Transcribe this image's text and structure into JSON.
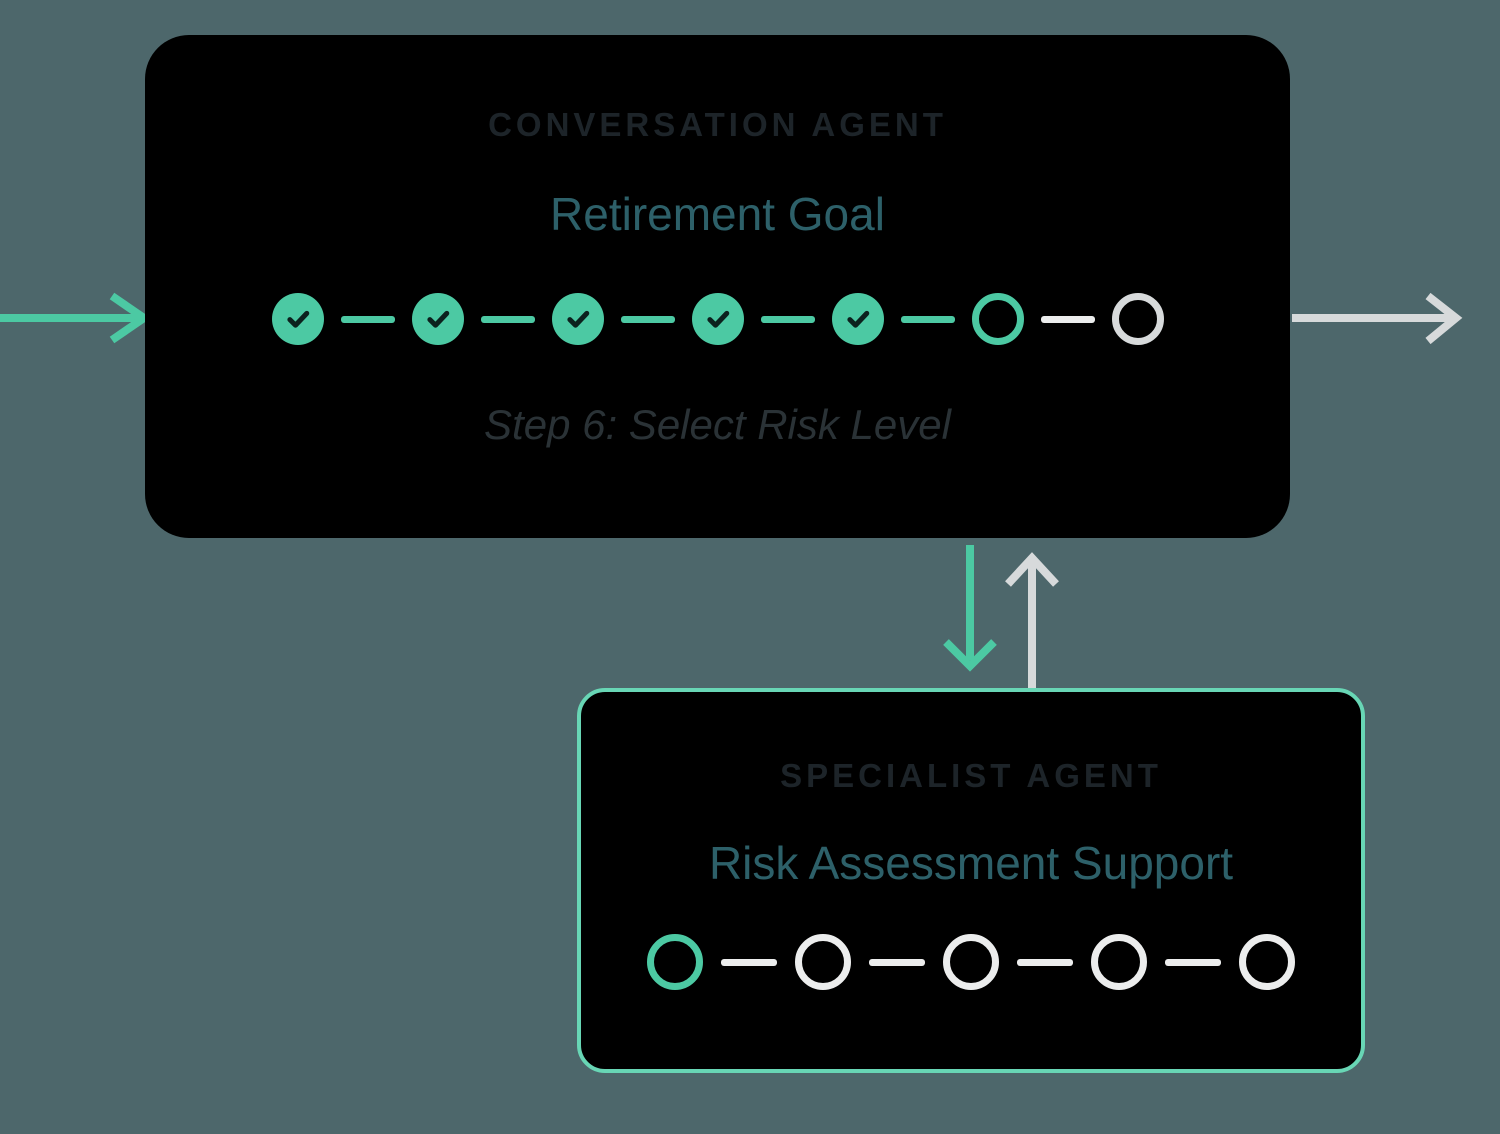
{
  "conversation_agent": {
    "title": "CONVERSATION AGENT",
    "subtitle": "Retirement Goal",
    "status_text": "Step 6: Select Risk Level",
    "steps": [
      "complete",
      "complete",
      "complete",
      "complete",
      "complete",
      "current",
      "upcoming"
    ],
    "steps_total": 7,
    "steps_completed": 5,
    "current_step": 6
  },
  "specialist_agent": {
    "title": "SPECIALIST AGENT",
    "subtitle": "Risk Assessment Support",
    "steps": [
      "current",
      "upcoming",
      "upcoming",
      "upcoming",
      "upcoming"
    ],
    "steps_total": 5,
    "steps_completed": 0,
    "current_step": 1
  },
  "arrows": [
    {
      "name": "flow-in-arrow",
      "direction": "right",
      "color_role": "accent"
    },
    {
      "name": "flow-out-arrow",
      "direction": "right",
      "color_role": "gray"
    },
    {
      "name": "handoff-down-arrow",
      "direction": "down",
      "color_role": "accent"
    },
    {
      "name": "return-up-arrow",
      "direction": "up",
      "color_role": "gray"
    }
  ],
  "colors": {
    "background": "#4d676b",
    "box_fill": "#000000",
    "accent_teal": "#4cc9a3",
    "accent_teal_light": "#68d6b5",
    "arrow_gray": "#d7dadb",
    "connector_gray": "#eceded",
    "title_text": "#1d2429",
    "subtitle_text": "#2d6069",
    "status_text": "#2a3236",
    "check_mark": "#0c211d"
  }
}
